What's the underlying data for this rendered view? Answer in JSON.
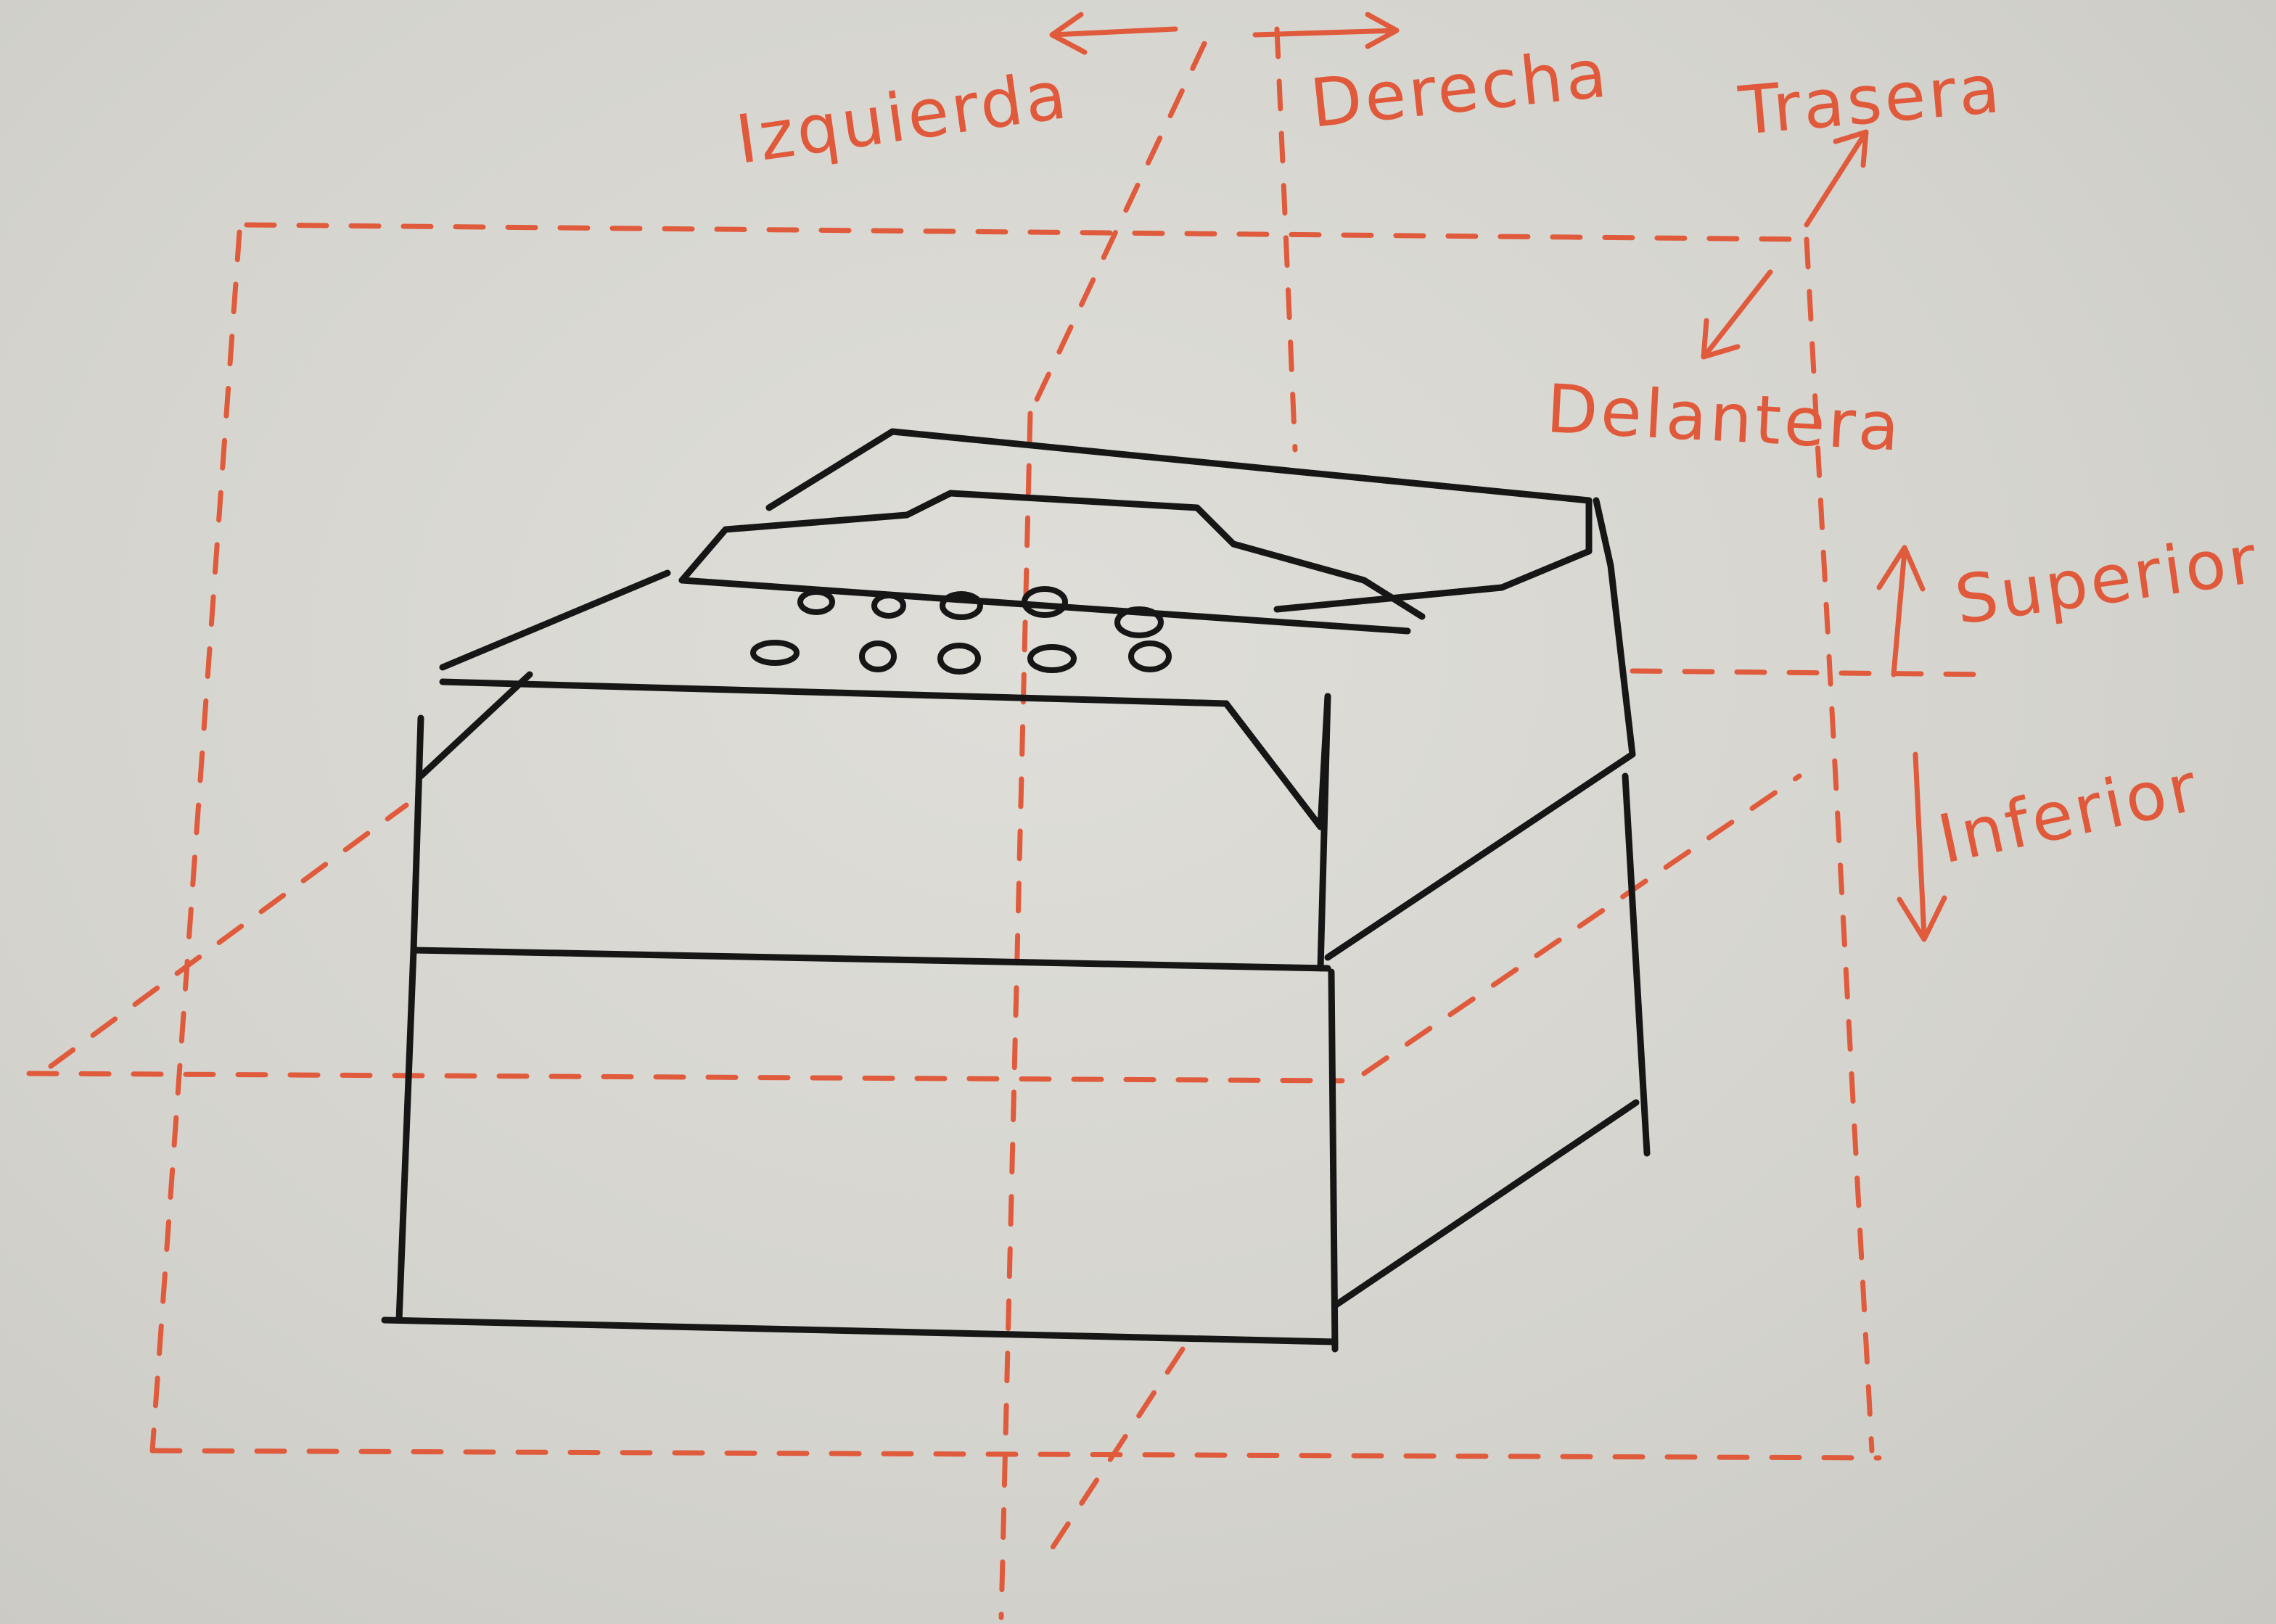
{
  "labels": {
    "left": "Izquierda",
    "right": "Derecha",
    "back": "Trasera",
    "front": "Delantera",
    "top": "Superior",
    "bottom": "Inferior"
  },
  "colors": {
    "board": "#d6d5cf",
    "axis_marker": "#e05a3c",
    "object_marker": "#161616"
  },
  "object": {
    "button_rows": [
      5,
      5
    ]
  }
}
